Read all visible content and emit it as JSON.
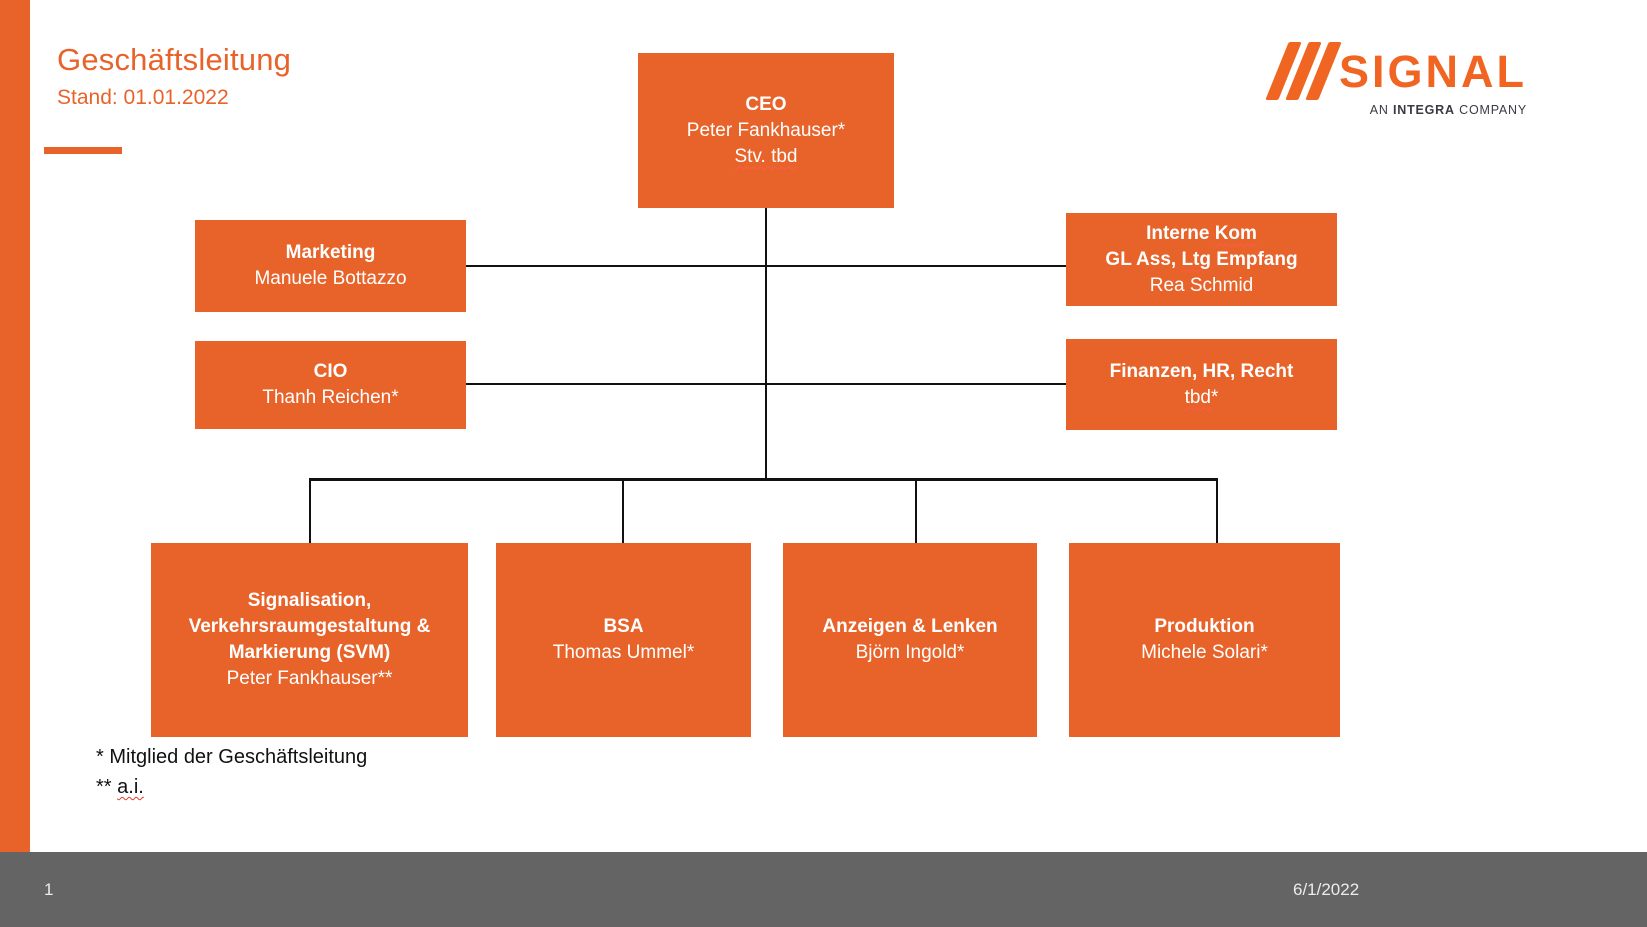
{
  "header": {
    "title": "Geschäftsleitung",
    "subtitle": "Stand: 01.01.2022"
  },
  "logo": {
    "brand": "SIGNAL",
    "tagline_an": "AN",
    "tagline_integra": "INTEGRA",
    "tagline_company": "COMPANY"
  },
  "org_chart": {
    "ceo": {
      "title": "CEO",
      "person": "Peter Fankhauser*",
      "deputy": "Stv. tbd"
    },
    "marketing": {
      "title": "Marketing",
      "person": "Manuele Bottazzo"
    },
    "cio": {
      "title": "CIO",
      "person": "Thanh Reichen*"
    },
    "interne_kom": {
      "title_prefix": "Interne",
      "title_flagged": "Kom",
      "subtitle_prefix": "GL Ass,",
      "subtitle_flagged": "Ltg",
      "subtitle_suffix": "Empfang",
      "person": "Rea Schmid"
    },
    "finanzen": {
      "title": "Finanzen, HR, Recht",
      "person_flagged": "tbd",
      "person_suffix": "*"
    },
    "svm": {
      "title": "Signalisation, Verkehrsraumgestaltung & Markierung (SVM)",
      "person": "Peter Fankhauser**"
    },
    "bsa": {
      "title": "BSA",
      "person": "Thomas Ummel*"
    },
    "anzeigen_lenken": {
      "title": "Anzeigen & Lenken",
      "person": "Björn Ingold*"
    },
    "produktion": {
      "title": "Produktion",
      "person": "Michele Solari*"
    }
  },
  "footnotes": {
    "line1": "* Mitglied der Geschäftsleitung",
    "line2_prefix": "**",
    "line2_flagged": "a.i."
  },
  "footer": {
    "page_number": "1",
    "date": "6/1/2022"
  },
  "colors": {
    "accent_orange": "#E8632A",
    "logo_orange": "#F06522",
    "footer_gray": "#646464",
    "connector_black": "#111111",
    "spellcheck_red": "#FF5A4E"
  }
}
